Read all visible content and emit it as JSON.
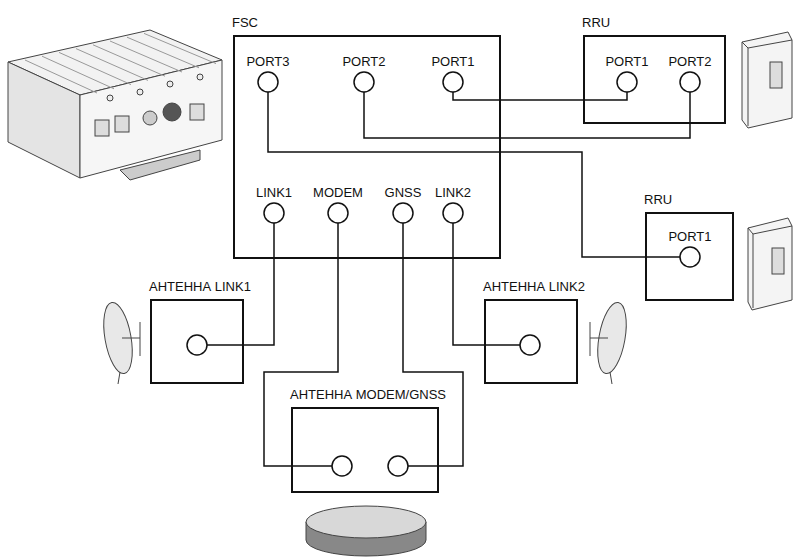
{
  "diagram": {
    "nodes": [
      {
        "text": [
          "FSC"
        ]
      },
      {
        "text": [
          "PORT3"
        ],
        "in": 0
      },
      {
        "text": [
          "PORT2"
        ],
        "in": 0
      },
      {
        "text": [
          "PORT1"
        ],
        "in": 0
      },
      {
        "text": [
          "LINK1"
        ],
        "in": 0
      },
      {
        "text": [
          "MODEM"
        ],
        "in": 0
      },
      {
        "text": [
          "GNSS"
        ],
        "in": 0
      },
      {
        "text": [
          "LINK2"
        ],
        "in": 0
      },
      {
        "text": [
          "RRU"
        ]
      },
      {
        "text": [
          "PORT1"
        ],
        "in": 8
      },
      {
        "text": [
          "PORT2"
        ],
        "in": 8
      },
      {
        "text": [
          "RRU"
        ]
      },
      {
        "text": [
          "PORT1"
        ],
        "in": 11
      },
      {
        "text": [
          "АНТЕННА LINK1"
        ]
      },
      {
        "text": [
          "АНТЕННА LINK2"
        ]
      },
      {
        "text": [
          "АНТЕННА MODEM/GNSS"
        ]
      }
    ],
    "edges": [
      {
        "from": 3,
        "to": 9,
        "arrow": "none"
      },
      {
        "from": 2,
        "to": 10,
        "arrow": "none"
      },
      {
        "from": 1,
        "to": 12,
        "arrow": "none"
      },
      {
        "from": 4,
        "to": 13,
        "arrow": "none"
      },
      {
        "from": 5,
        "to": 15,
        "arrow": "none"
      },
      {
        "from": 6,
        "to": 15,
        "arrow": "none"
      },
      {
        "from": 7,
        "to": 14,
        "arrow": "none"
      }
    ]
  }
}
